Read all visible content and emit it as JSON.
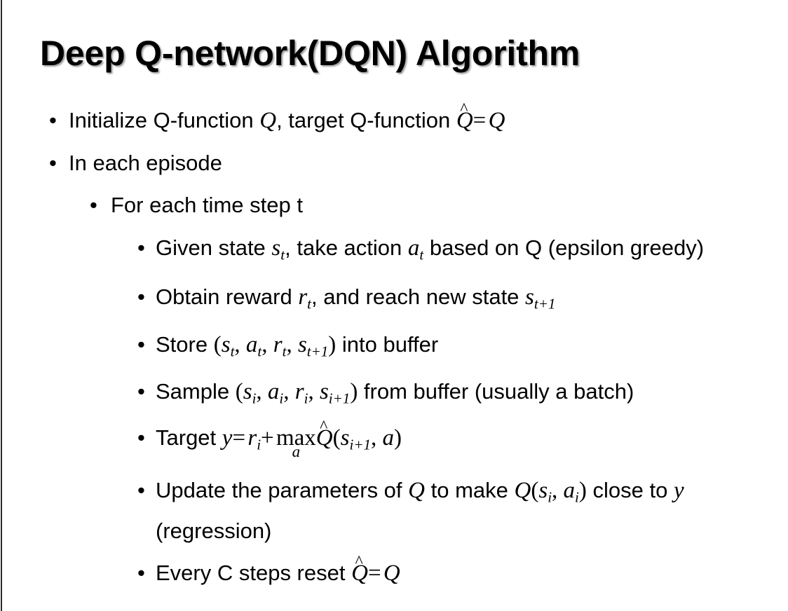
{
  "slide": {
    "title": "Deep Q-network(DQN) Algorithm",
    "background_color": "#ffffff",
    "text_color": "#000000",
    "left_edge_rule_color": "#2b2b2b",
    "title_shadow_color": "rgba(90,90,90,0.60)"
  },
  "bullets": {
    "marker": "•",
    "initialize": {
      "pre": "Initialize Q-function ",
      "var_q": "Q",
      "mid": ", target Q-function ",
      "hat_base": "Q",
      "hat_mark": "^",
      "equals": "=",
      "var_q2": "Q"
    },
    "in_each_episode": "In each episode",
    "for_each_time_step": "For each time step t",
    "given_state": {
      "pre": "Given state ",
      "s": "s",
      "s_sub": "t",
      "mid": ", take action ",
      "a": "a",
      "a_sub": "t",
      "post": " based on Q (epsilon greedy)"
    },
    "obtain_reward": {
      "pre": "Obtain reward ",
      "r": "r",
      "r_sub": "t",
      "mid": ", and reach new state ",
      "s": "s",
      "s_sub": "t+1"
    },
    "store": {
      "pre": "Store ",
      "open": "(",
      "s": "s",
      "s_sub": "t",
      "comma1": ", ",
      "a": "a",
      "a_sub": "t",
      "comma2": ", ",
      "r": "r",
      "r_sub": "t",
      "comma3": ", ",
      "s2": "s",
      "s2_sub": "t+1",
      "close": ")",
      "post": " into buffer"
    },
    "sample": {
      "pre": "Sample ",
      "open": "(",
      "s": "s",
      "s_sub": "i",
      "comma1": ", ",
      "a": "a",
      "a_sub": "i",
      "comma2": ", ",
      "r": "r",
      "r_sub": "i",
      "comma3": ", ",
      "s2": "s",
      "s2_sub": "i+1",
      "close": ")",
      "post": " from buffer (usually a batch)"
    },
    "target": {
      "pre": "Target ",
      "y": "y",
      "equals": "=",
      "r": "r",
      "r_sub": "i",
      "plus": "+",
      "max_op": "max",
      "max_under": "a",
      "hat_base": "Q",
      "hat_mark": "^",
      "open": "(",
      "s": "s",
      "s_sub": "i+1",
      "comma": ", ",
      "a": "a",
      "close": ")"
    },
    "update": {
      "pre": "Update the parameters of ",
      "q1": "Q",
      "mid": " to make ",
      "q2": "Q",
      "open": "(",
      "s": "s",
      "s_sub": "i",
      "comma": ", ",
      "a": "a",
      "a_sub": "i",
      "close": ")",
      "post": " close to ",
      "y": "y",
      "tail": " (regression)"
    },
    "every_c_steps": {
      "pre": "Every C steps reset ",
      "hat_base": "Q",
      "hat_mark": "^",
      "equals": "=",
      "q": "Q"
    }
  }
}
